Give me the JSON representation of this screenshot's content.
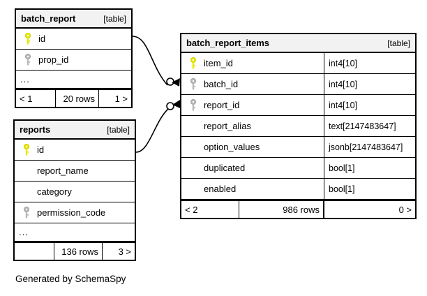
{
  "diagram": {
    "caption": "Generated by SchemaSpy",
    "table_tag": "[table]",
    "colors": {
      "primary_key": "#e8e800",
      "foreign_key": "#b0b0b0",
      "header_background": "#f2f2f2",
      "border": "#000000",
      "background": "#ffffff"
    },
    "icons": {
      "primary_key": "primary-key-icon",
      "foreign_key": "foreign-key-icon",
      "relationship": "relationship-connector"
    }
  },
  "tables": [
    {
      "name": "batch_report",
      "tag": "[table]",
      "columns": [
        {
          "name": "id",
          "key": "primary",
          "type": ""
        },
        {
          "name": "prop_id",
          "key": "foreign",
          "type": ""
        }
      ],
      "ellipsis": "...",
      "footer": {
        "prev": "< 1",
        "rows": "20 rows",
        "next": "1 >"
      }
    },
    {
      "name": "reports",
      "tag": "[table]",
      "columns": [
        {
          "name": "id",
          "key": "primary",
          "type": ""
        },
        {
          "name": "report_name",
          "key": "none",
          "type": ""
        },
        {
          "name": "category",
          "key": "none",
          "type": ""
        },
        {
          "name": "permission_code",
          "key": "foreign",
          "type": ""
        }
      ],
      "ellipsis": "...",
      "footer": {
        "prev": "",
        "rows": "136 rows",
        "next": "3 >"
      }
    },
    {
      "name": "batch_report_items",
      "tag": "[table]",
      "columns": [
        {
          "name": "item_id",
          "key": "primary",
          "type": "int4[10]"
        },
        {
          "name": "batch_id",
          "key": "foreign",
          "type": "int4[10]"
        },
        {
          "name": "report_id",
          "key": "foreign",
          "type": "int4[10]"
        },
        {
          "name": "report_alias",
          "key": "none",
          "type": "text[2147483647]"
        },
        {
          "name": "option_values",
          "key": "none",
          "type": "jsonb[2147483647]"
        },
        {
          "name": "duplicated",
          "key": "none",
          "type": "bool[1]"
        },
        {
          "name": "enabled",
          "key": "none",
          "type": "bool[1]"
        }
      ],
      "footer": {
        "prev": "< 2",
        "rows": "986 rows",
        "next": "0 >"
      }
    }
  ],
  "relationships": [
    {
      "from_table": "batch_report",
      "from_column": "id",
      "to_table": "batch_report_items",
      "to_column": "batch_id"
    },
    {
      "from_table": "reports",
      "from_column": "id",
      "to_table": "batch_report_items",
      "to_column": "report_id"
    }
  ]
}
